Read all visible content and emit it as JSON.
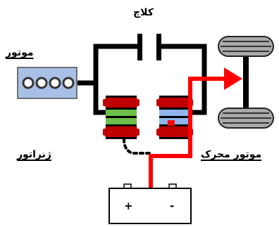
{
  "labels": {
    "clutch": "کلاچ",
    "motor": "موتور",
    "generator": "ژنراتور",
    "drive_motor": "موتور محرک"
  },
  "battery": {
    "positive": "+",
    "negative": "-"
  },
  "colors": {
    "mechanical_link": "#000000",
    "power_flow": "#ff0000",
    "engine_block": "#a8c0e6",
    "generator_core": "#6cc04a",
    "motor_core": "#8fb6ee",
    "coil_band": "#c00000",
    "wheel_fill": "#aaaaaa"
  }
}
